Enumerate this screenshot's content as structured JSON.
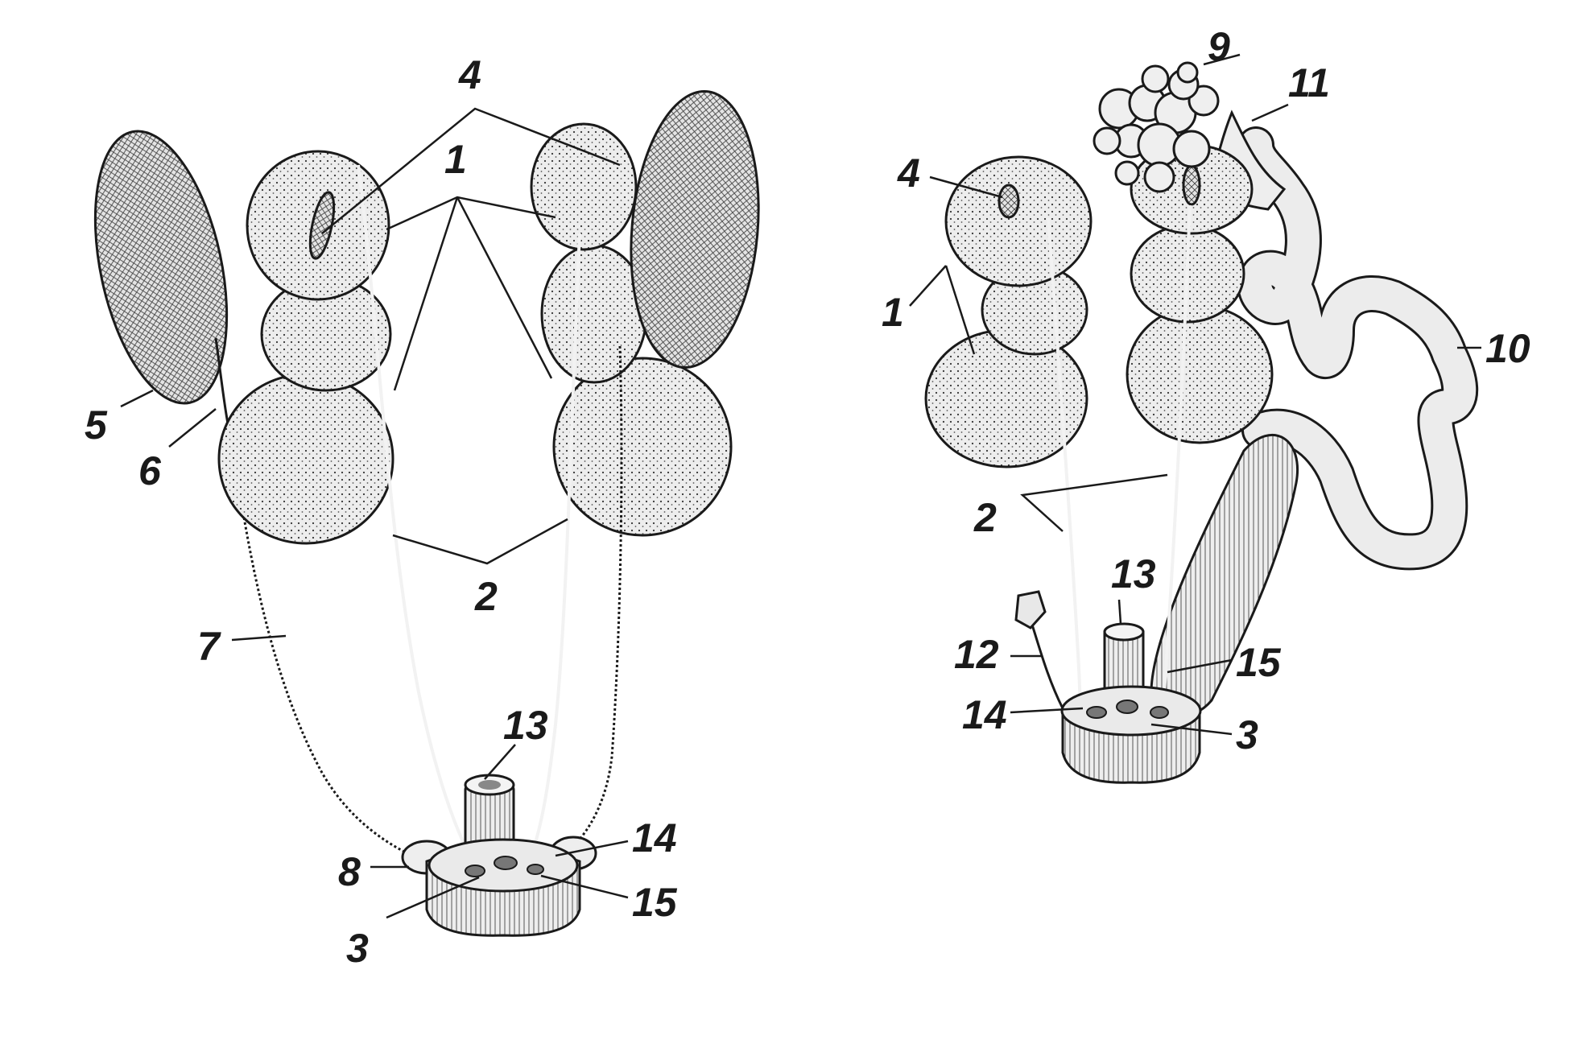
{
  "left_diagram": {
    "labels": {
      "l1": "1",
      "l2": "2",
      "l3": "3",
      "l4": "4",
      "l5": "5",
      "l6": "6",
      "l7": "7",
      "l8": "8",
      "l13": "13",
      "l14": "14",
      "l15": "15"
    }
  },
  "right_diagram": {
    "labels": {
      "r1": "1",
      "r2": "2",
      "r3": "3",
      "r4": "4",
      "r9": "9",
      "r10": "10",
      "r11": "11",
      "r12": "12",
      "r13": "13",
      "r14": "14",
      "r15": "15"
    }
  },
  "colors": {
    "ink": "#1a1a1a",
    "tissue": "#ededed",
    "background": "#ffffff"
  }
}
